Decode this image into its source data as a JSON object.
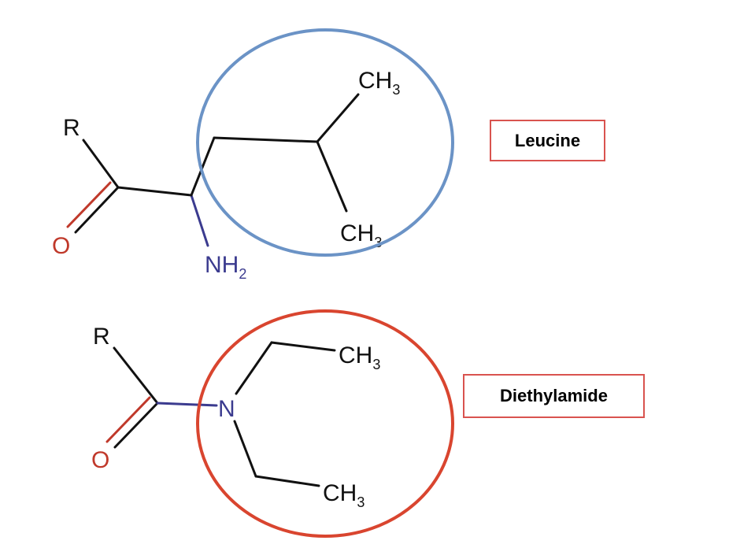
{
  "molecules": [
    {
      "name": "Leucine",
      "atoms": {
        "r": "R",
        "o": "O",
        "n": "NH",
        "n_sub": "2",
        "ch3_top": "CH",
        "ch3_top_sub": "3",
        "ch3_bottom": "CH",
        "ch3_bottom_sub": "3"
      },
      "circle_color": "#6b93c6"
    },
    {
      "name": "Diethylamide",
      "atoms": {
        "r": "R",
        "o": "O",
        "n": "N",
        "ch3_top": "CH",
        "ch3_top_sub": "3",
        "ch3_bottom": "CH",
        "ch3_bottom_sub": "3"
      },
      "circle_color": "#d9452f"
    }
  ],
  "colors": {
    "bond": "#111111",
    "oxygen": "#c0392b",
    "nitrogen": "#3b3b8f",
    "box_border": "#d9534f"
  }
}
